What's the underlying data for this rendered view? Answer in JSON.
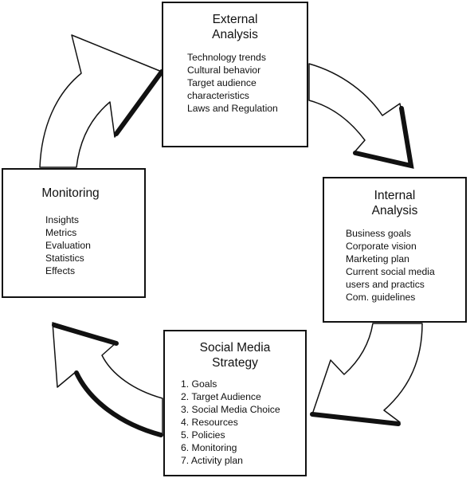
{
  "boxes": {
    "external": {
      "title_lines": [
        "External",
        "Analysis"
      ],
      "items": [
        "Technology trends",
        "Cultural behavior",
        "Target audience",
        "characteristics",
        "Laws and Regulation"
      ]
    },
    "internal": {
      "title_lines": [
        "Internal",
        "Analysis"
      ],
      "items": [
        "Business goals",
        "Corporate vision",
        "Marketing plan",
        "Current social media",
        "users and practics",
        "Com. guidelines"
      ]
    },
    "strategy": {
      "title_lines": [
        "Social Media",
        "Strategy"
      ],
      "items": [
        "1. Goals",
        "2. Target Audience",
        "3. Social Media Choice",
        "4. Resources",
        "5. Policies",
        "6. Monitoring",
        "7. Activity plan"
      ]
    },
    "monitoring": {
      "title_lines": [
        "Monitoring"
      ],
      "items": [
        "Insights",
        "Metrics",
        "Evaluation",
        "Statistics",
        "Effects"
      ]
    }
  },
  "colors": {
    "stroke": "#111111",
    "fill": "#ffffff"
  }
}
